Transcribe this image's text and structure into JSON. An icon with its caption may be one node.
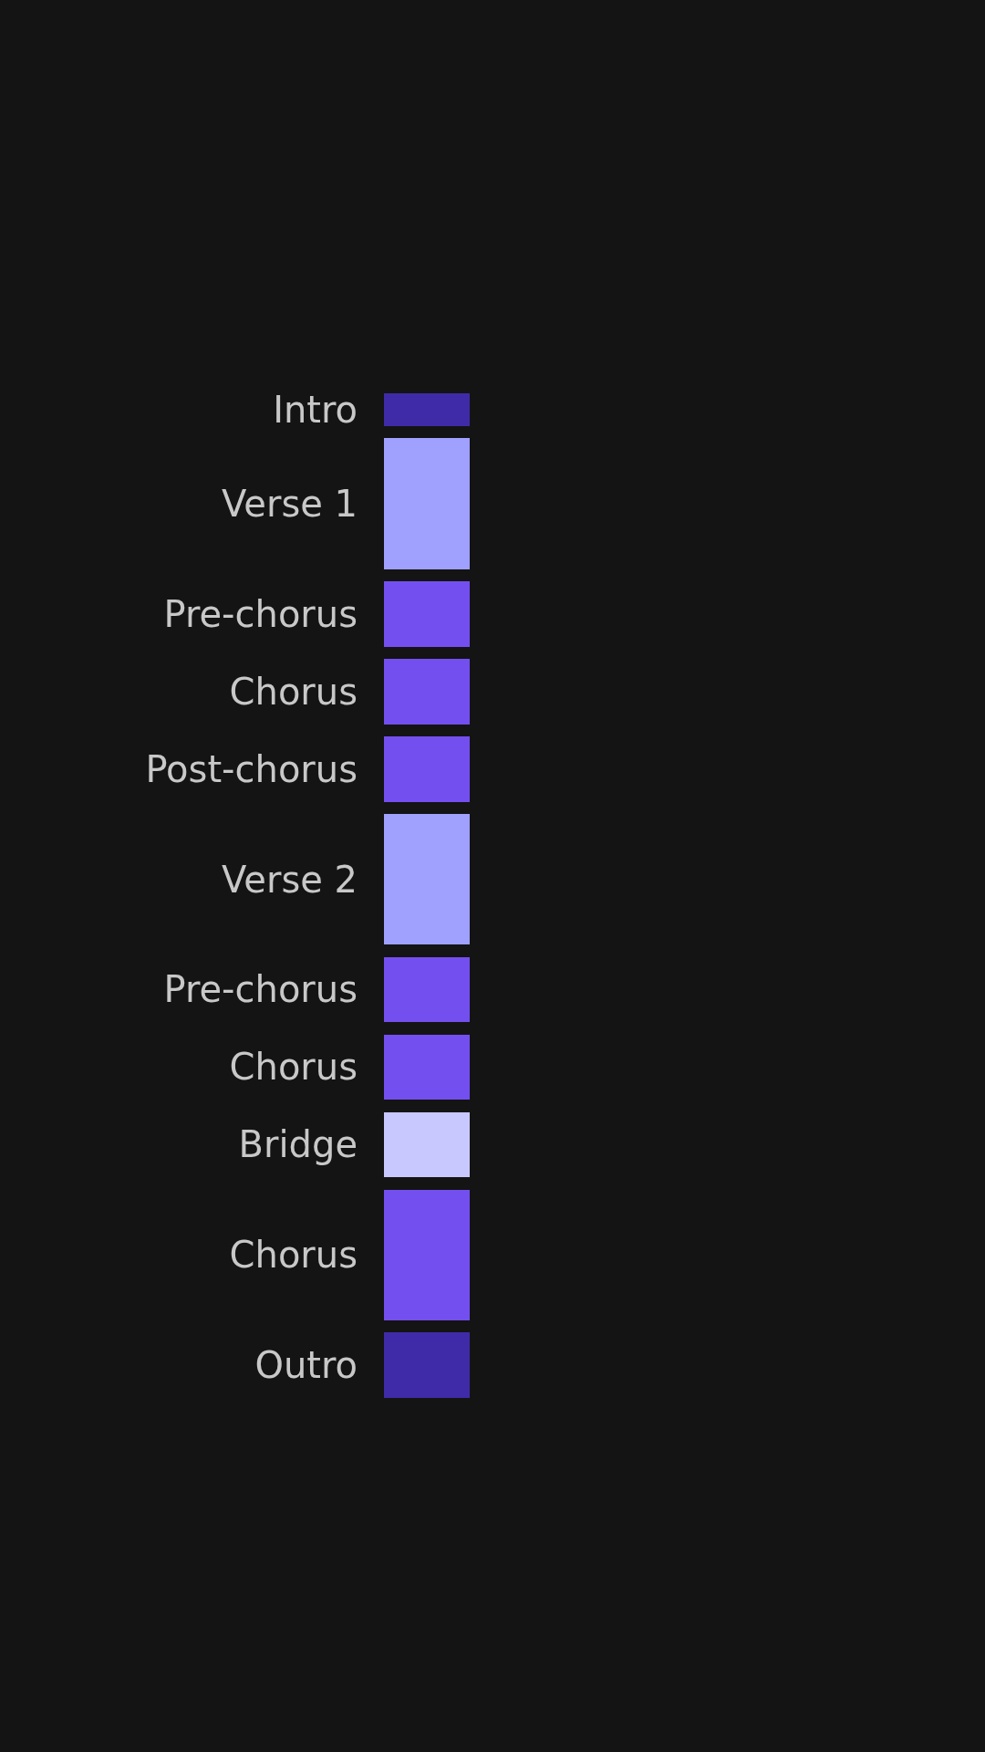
{
  "diagram": {
    "nodes": [
      {
        "text": [],
        "shape": "bar",
        "beside": [
          "Intro"
        ]
      },
      {
        "text": [],
        "shape": "bar",
        "beside": [
          "Verse 1"
        ]
      },
      {
        "text": [],
        "shape": "bar",
        "beside": [
          "Pre-chorus"
        ]
      },
      {
        "text": [],
        "shape": "bar",
        "beside": [
          "Chorus"
        ]
      },
      {
        "text": [],
        "shape": "bar",
        "beside": [
          "Post-chorus"
        ]
      },
      {
        "text": [],
        "shape": "bar",
        "beside": [
          "Verse 2"
        ]
      },
      {
        "text": [],
        "shape": "bar",
        "beside": [
          "Pre-chorus"
        ]
      },
      {
        "text": [],
        "shape": "bar",
        "beside": [
          "Chorus"
        ]
      },
      {
        "text": [],
        "shape": "bar",
        "beside": [
          "Bridge"
        ]
      },
      {
        "text": [],
        "shape": "bar",
        "beside": [
          "Chorus"
        ]
      },
      {
        "text": [],
        "shape": "bar",
        "beside": [
          "Outro"
        ]
      }
    ]
  }
}
